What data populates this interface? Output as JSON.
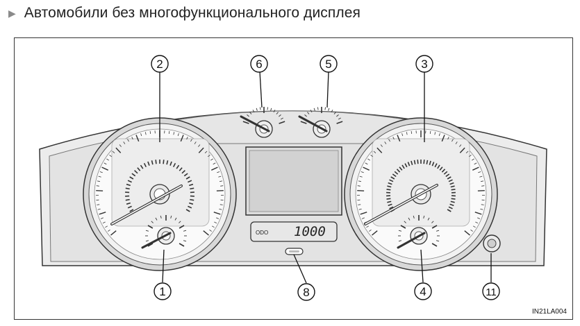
{
  "heading": {
    "bullet": "▶",
    "title": "Автомобили без многофункционального дисплея"
  },
  "figure": {
    "code": "IN21LA004",
    "odometer": {
      "label": "ODO",
      "value": "1000"
    },
    "callouts": [
      "1",
      "2",
      "3",
      "4",
      "5",
      "6",
      "8",
      "11"
    ]
  }
}
